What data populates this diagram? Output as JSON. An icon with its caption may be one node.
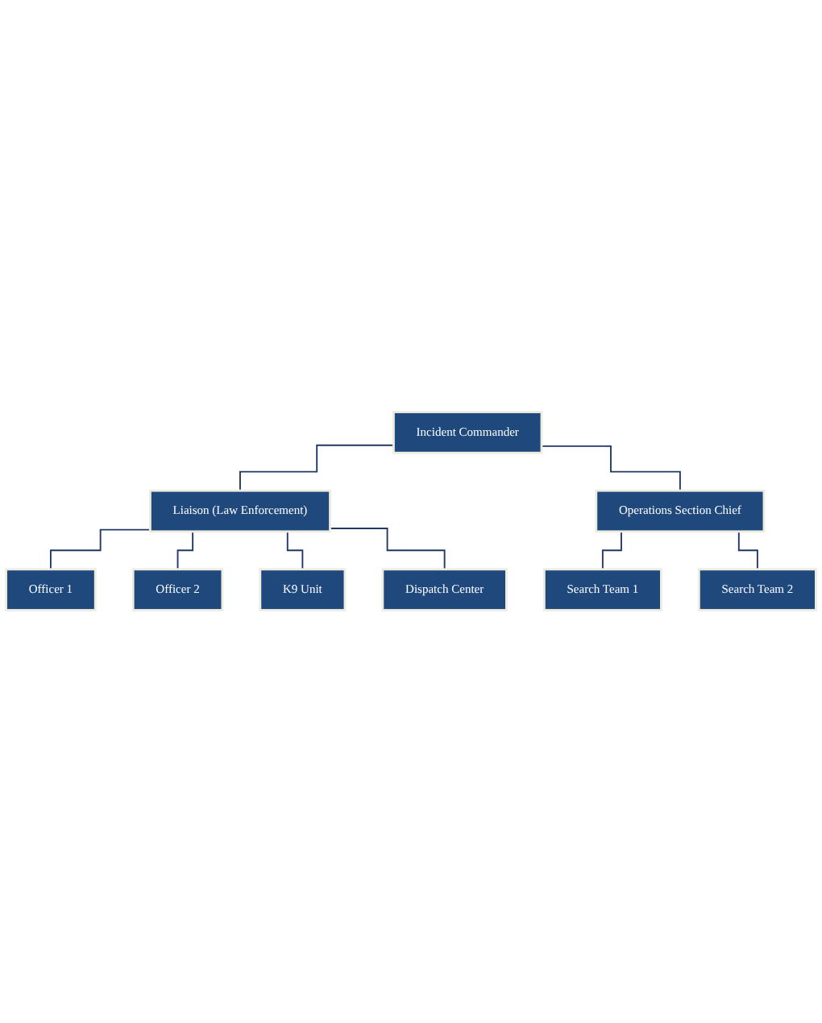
{
  "diagram": {
    "nodes": [
      {
        "text": [
          "Incident Commander"
        ]
      },
      {
        "text": [
          "Liaison (Law Enforcement)"
        ]
      },
      {
        "text": [
          "Operations Section Chief"
        ]
      },
      {
        "text": [
          "Officer 1"
        ]
      },
      {
        "text": [
          "Officer 2"
        ]
      },
      {
        "text": [
          "K9 Unit"
        ]
      },
      {
        "text": [
          "Dispatch Center"
        ]
      },
      {
        "text": [
          "Search Team 1"
        ]
      },
      {
        "text": [
          "Search Team 2"
        ]
      }
    ],
    "edges": [
      {
        "from": 0,
        "to": 1,
        "arrow": "none"
      },
      {
        "from": 0,
        "to": 2,
        "arrow": "none"
      },
      {
        "from": 1,
        "to": 3,
        "arrow": "none"
      },
      {
        "from": 1,
        "to": 4,
        "arrow": "none"
      },
      {
        "from": 1,
        "to": 5,
        "arrow": "none"
      },
      {
        "from": 1,
        "to": 6,
        "arrow": "none"
      },
      {
        "from": 2,
        "to": 7,
        "arrow": "none"
      },
      {
        "from": 2,
        "to": 8,
        "arrow": "none"
      }
    ]
  }
}
